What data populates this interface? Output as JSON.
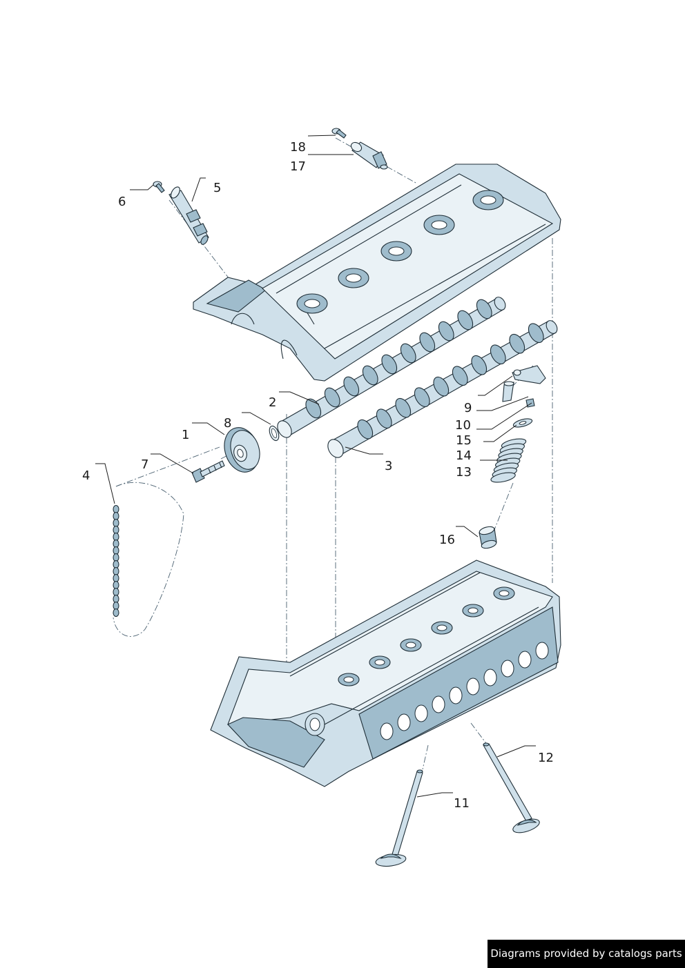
{
  "diagram": {
    "callouts": [
      "1",
      "2",
      "3",
      "4",
      "5",
      "6",
      "7",
      "8",
      "9",
      "10",
      "11",
      "12",
      "13",
      "14",
      "15",
      "16",
      "17",
      "18"
    ]
  },
  "footer": {
    "credit": "Diagrams provided by catalogs parts"
  }
}
